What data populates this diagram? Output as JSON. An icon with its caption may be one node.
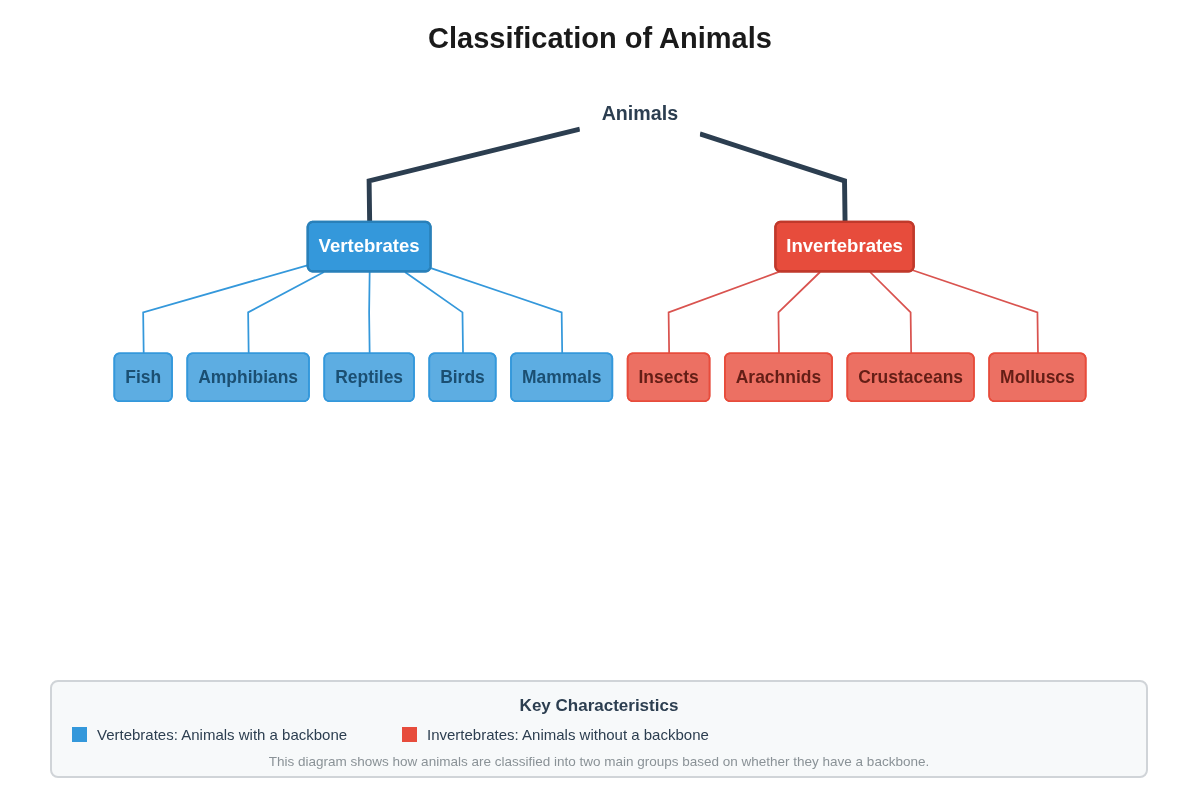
{
  "diagram": {
    "title": "Classification of Animals",
    "caption": "This diagram shows how animals are classified into two main groups based on whether they have a backbone.",
    "nodes": [
      {
        "text": [
          "Animals"
        ]
      },
      {
        "text": [
          "Vertebrates"
        ]
      },
      {
        "text": [
          "Invertebrates"
        ]
      },
      {
        "text": [
          "Fish"
        ]
      },
      {
        "text": [
          "Amphibians"
        ]
      },
      {
        "text": [
          "Reptiles"
        ]
      },
      {
        "text": [
          "Birds"
        ]
      },
      {
        "text": [
          "Mammals"
        ]
      },
      {
        "text": [
          "Insects"
        ]
      },
      {
        "text": [
          "Arachnids"
        ]
      },
      {
        "text": [
          "Crustaceans"
        ]
      },
      {
        "text": [
          "Molluscs"
        ]
      }
    ],
    "edges": [
      {
        "from": 0,
        "to": 1,
        "arrow": "none",
        "style": "thick",
        "color": "#2c3e50"
      },
      {
        "from": 0,
        "to": 2,
        "arrow": "none",
        "style": "thick",
        "color": "#2c3e50"
      },
      {
        "from": 1,
        "to": 3,
        "arrow": "none",
        "color": "#3498db"
      },
      {
        "from": 1,
        "to": 4,
        "arrow": "none",
        "color": "#3498db"
      },
      {
        "from": 1,
        "to": 5,
        "arrow": "none",
        "color": "#3498db"
      },
      {
        "from": 1,
        "to": 6,
        "arrow": "none",
        "color": "#3498db"
      },
      {
        "from": 1,
        "to": 7,
        "arrow": "none",
        "color": "#3498db"
      },
      {
        "from": 2,
        "to": 8,
        "arrow": "none",
        "color": "#d9534f"
      },
      {
        "from": 2,
        "to": 9,
        "arrow": "none",
        "color": "#d9534f"
      },
      {
        "from": 2,
        "to": 10,
        "arrow": "none",
        "color": "#d9534f"
      },
      {
        "from": 2,
        "to": 11,
        "arrow": "none",
        "color": "#d9534f"
      }
    ],
    "labels": [
      "Key Characteristics"
    ],
    "legend": [
      {
        "text": "Vertebrates: Animals with a backbone",
        "color": "#3498db"
      },
      {
        "text": "Invertebrates: Animals without a backbone",
        "color": "#e74c3c"
      }
    ]
  }
}
